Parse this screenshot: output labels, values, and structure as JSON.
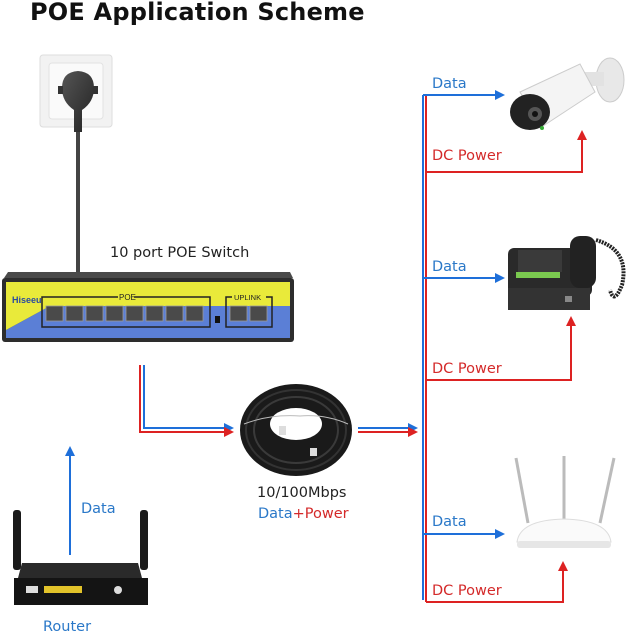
{
  "title": "POE Application Scheme",
  "colors": {
    "data": "#1e6fd9",
    "power": "#dd2222",
    "data_text": "#2a78c8",
    "power_text": "#d42a2a"
  },
  "switch": {
    "label": "10 port POE Switch",
    "brand": "Hiseeu",
    "poe_label": "POE",
    "uplink_label": "UPLINK",
    "poe_ports": 8,
    "uplink_ports": 2
  },
  "cable": {
    "speed_label": "10/100Mbps",
    "data_label": "Data",
    "plus": "+",
    "power_label": "Power"
  },
  "router": {
    "label": "Router",
    "data_label": "Data"
  },
  "devices": [
    {
      "name": "IP Camera",
      "data_label": "Data",
      "power_label": "DC Power"
    },
    {
      "name": "IP Phone",
      "data_label": "Data",
      "power_label": "DC Power"
    },
    {
      "name": "Wireless Access Point",
      "data_label": "Data",
      "power_label": "DC Power"
    }
  ]
}
